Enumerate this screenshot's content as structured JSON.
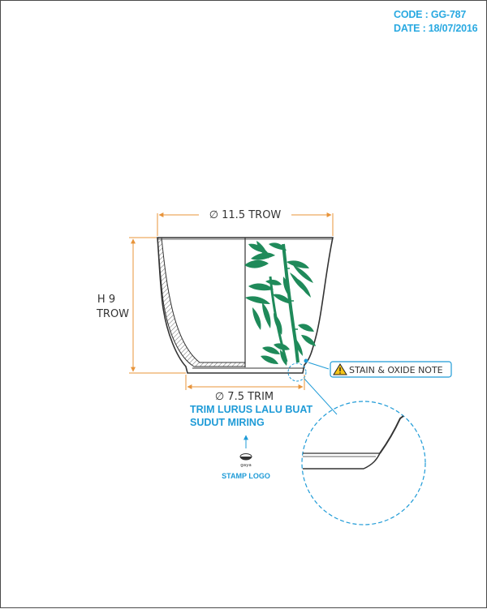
{
  "header": {
    "code": "CODE : GG-787",
    "date": "DATE : 18/07/2016"
  },
  "dimensions": {
    "top_diameter": "∅ 11.5 TROW",
    "height_line1": "H 9",
    "height_line2": "TROW",
    "bottom_diameter": "∅ 7.5 TRIM"
  },
  "notes": {
    "stain_note": "STAIN & OXIDE NOTE",
    "trim_note_line1": "TRIM LURUS LALU BUAT",
    "trim_note_line2": "SUDUT MIRING",
    "stamp_logo_label": "STAMP LOGO",
    "stamp_brand": "gaya"
  },
  "colors": {
    "accent_blue": "#1f9bd7",
    "dimension_orange": "#e8943a",
    "foliage_green": "#1f8a5a",
    "outline": "#333333"
  },
  "icons": {
    "warning": "warning-triangle-icon",
    "stamp": "stamp-logo-icon"
  }
}
